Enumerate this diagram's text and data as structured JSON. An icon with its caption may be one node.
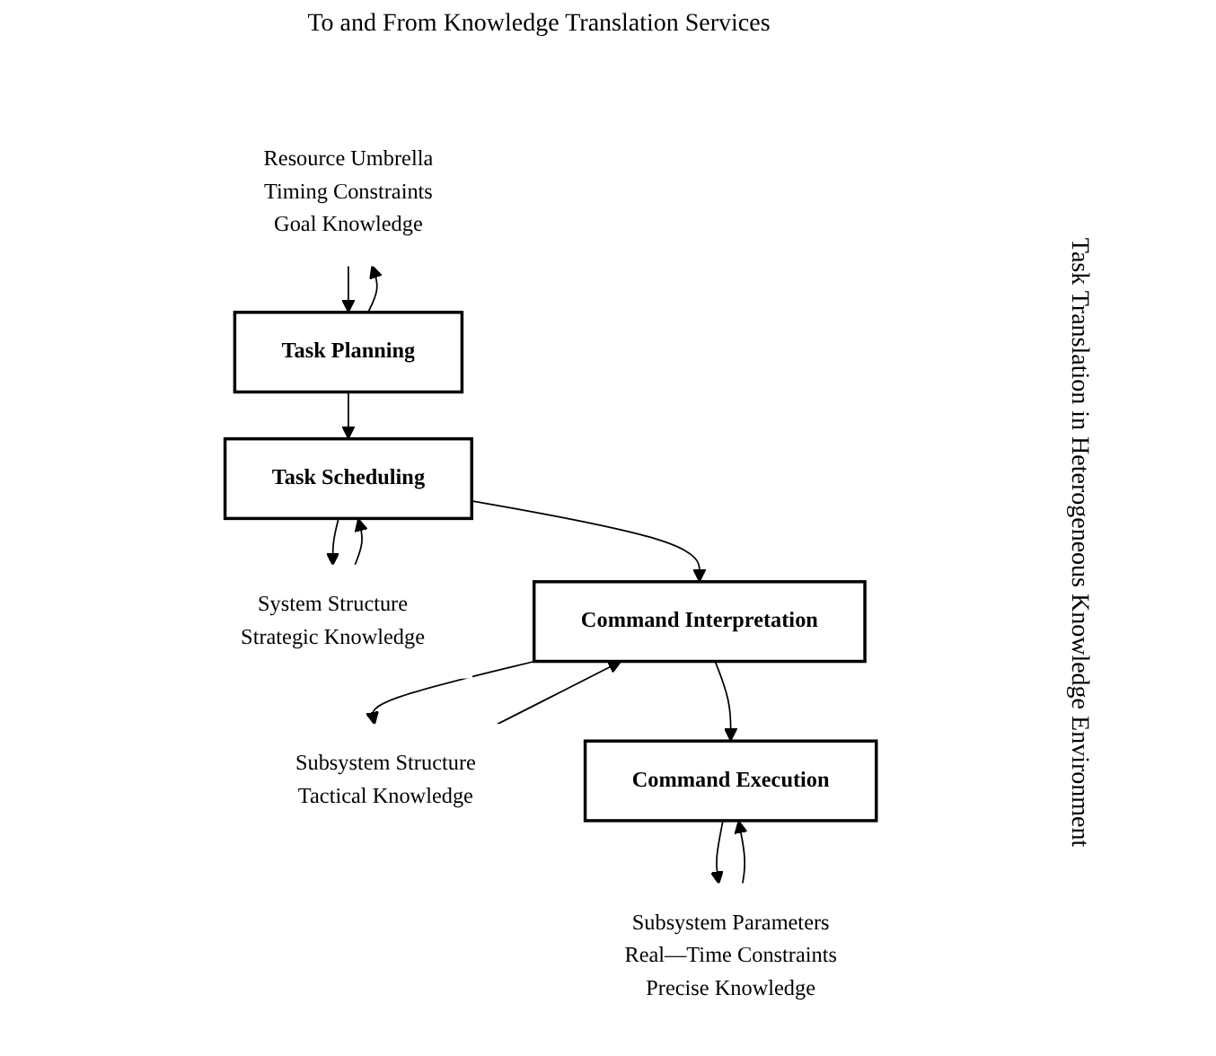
{
  "diagram": {
    "nodes": [
      {
        "text": [
          "Resource Umbrella",
          "Timing Constraints",
          "Goal Knowledge"
        ]
      },
      {
        "text": [
          "Task Planning"
        ]
      },
      {
        "text": [
          "System Structure",
          "Strategic Knowledge"
        ]
      },
      {
        "text": [
          "Task Scheduling"
        ]
      },
      {
        "text": [
          "Subsystem Structure",
          "Tactical Knowledge"
        ]
      },
      {
        "text": [
          "Command Interpretation"
        ]
      },
      {
        "text": [
          "Subsystem Parameters",
          "Real—Time Constraints",
          "Precise Knowledge"
        ]
      },
      {
        "text": [
          "Command Execution"
        ]
      }
    ],
    "edges": [
      {
        "from": 0,
        "to": 1,
        "arrow": "to"
      },
      {
        "from": 1,
        "to": 0,
        "arrow": "to"
      },
      {
        "from": 1,
        "to": 3,
        "arrow": "to"
      },
      {
        "from": 2,
        "to": 3,
        "arrow": "to"
      },
      {
        "from": 3,
        "to": 2,
        "arrow": "to"
      },
      {
        "from": 3,
        "to": 5,
        "arrow": "to"
      },
      {
        "from": 4,
        "to": 5,
        "arrow": "to"
      },
      {
        "from": 5,
        "to": 4,
        "arrow": "to"
      },
      {
        "from": 5,
        "to": 7,
        "arrow": "to"
      },
      {
        "from": 6,
        "to": 7,
        "arrow": "to"
      },
      {
        "from": 7,
        "to": 6,
        "arrow": "to"
      }
    ],
    "labels": [
      "To and From Knowledge Translation Services",
      "Task Translation in Heterogeneous Knowledge Environment"
    ]
  }
}
